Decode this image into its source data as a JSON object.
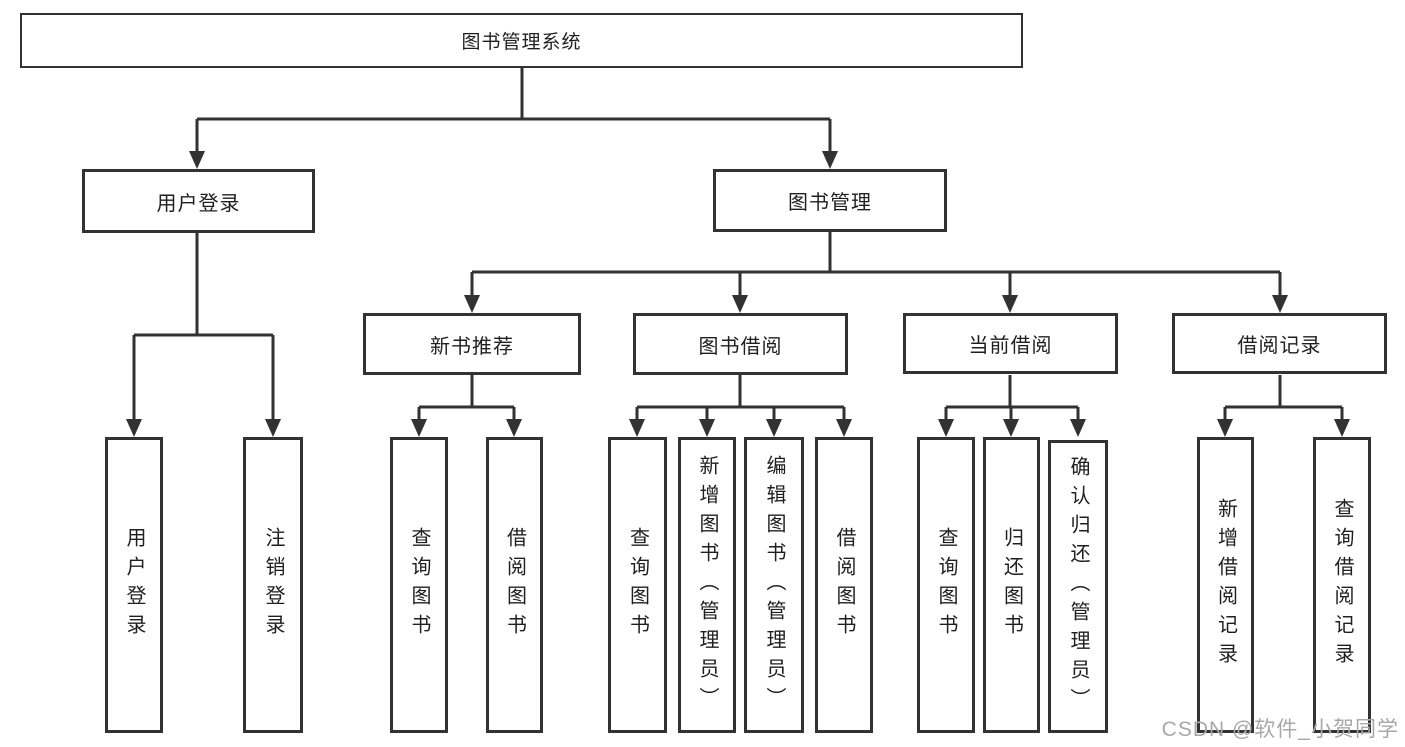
{
  "tree": {
    "root": {
      "label": "图书管理系统"
    },
    "branches": [
      {
        "label": "用户登录",
        "children": [
          {
            "label": "用户登录"
          },
          {
            "label": "注销登录"
          }
        ]
      },
      {
        "label": "图书管理",
        "children": [
          {
            "label": "新书推荐",
            "children": [
              {
                "label": "查询图书"
              },
              {
                "label": "借阅图书"
              }
            ]
          },
          {
            "label": "图书借阅",
            "children": [
              {
                "label": "查询图书"
              },
              {
                "label": "新增图书（管理员）"
              },
              {
                "label": "编辑图书（管理员）"
              },
              {
                "label": "借阅图书"
              }
            ]
          },
          {
            "label": "当前借阅",
            "children": [
              {
                "label": "查询图书"
              },
              {
                "label": "归还图书"
              },
              {
                "label": "确认归还（管理员）"
              }
            ]
          },
          {
            "label": "借阅记录",
            "children": [
              {
                "label": "新增借阅记录"
              },
              {
                "label": "查询借阅记录"
              }
            ]
          }
        ]
      }
    ]
  },
  "watermark": {
    "text": "CSDN @软件_小贺同学"
  },
  "colors": {
    "line": "#323232",
    "box_border": "#323232",
    "text": "#1f1f1f",
    "watermark": "#a8a8a8",
    "background": "#ffffff"
  }
}
